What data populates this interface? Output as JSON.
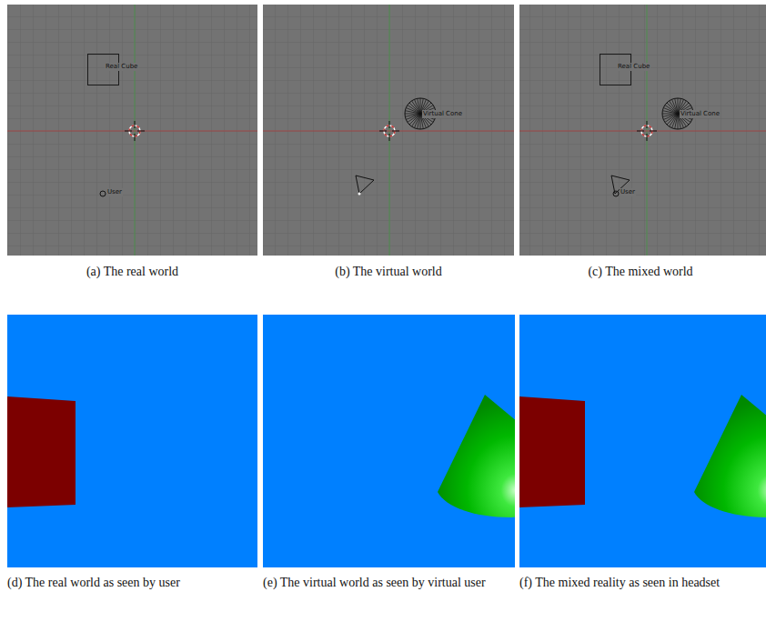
{
  "diagram": {
    "labels": [
      "Real Cube",
      "User",
      "Virtual Cone",
      "Real Cube",
      "Virtual Cone",
      "User",
      "(a) The real world",
      "(b) The virtual world",
      "(c) The mixed world",
      "(d) The real world as seen by user",
      "(e) The virtual world as seen by virtual user",
      "(f) The mixed reality as seen in headset"
    ]
  }
}
